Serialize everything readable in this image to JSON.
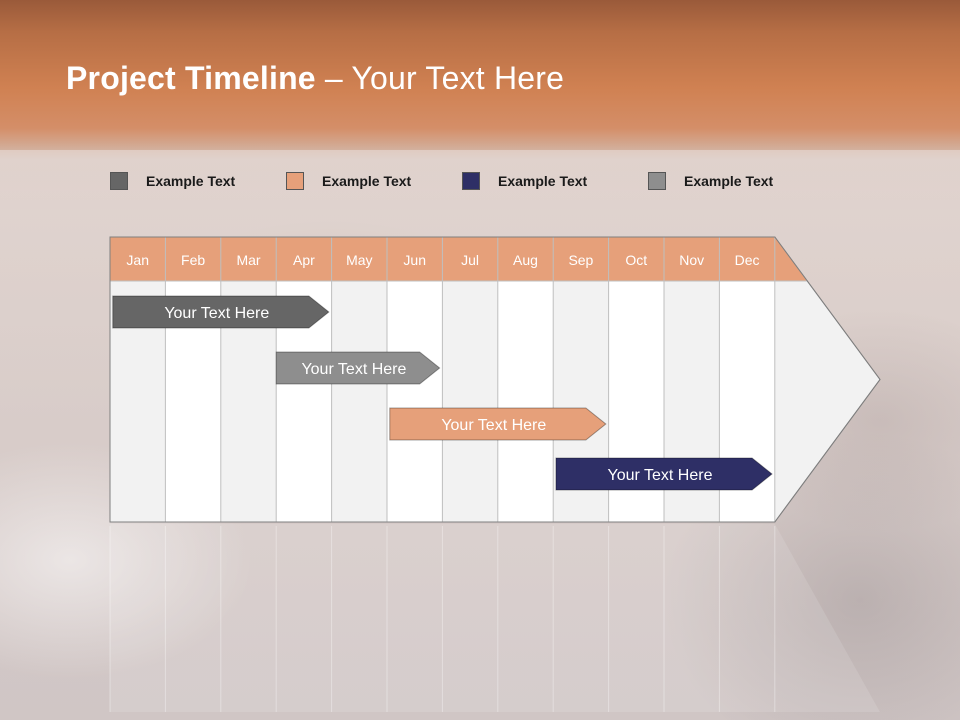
{
  "title": {
    "bold": "Project Timeline",
    "rest": " – Your Text Here"
  },
  "legend": [
    {
      "label": "Example Text",
      "color": "#666666"
    },
    {
      "label": "Example Text",
      "color": "#e6a07a"
    },
    {
      "label": "Example Text",
      "color": "#2e2f66"
    },
    {
      "label": "Example Text",
      "color": "#8e8e8e"
    }
  ],
  "colors": {
    "header": "#e6a07a",
    "header_text": "#ffffff",
    "column_light": "#f2f2f2",
    "column_white": "#ffffff",
    "grid_line": "#bfbfbf",
    "outline": "#7f7f7f"
  },
  "months": [
    "Jan",
    "Feb",
    "Mar",
    "Apr",
    "May",
    "Jun",
    "Jul",
    "Aug",
    "Sep",
    "Oct",
    "Nov",
    "Dec"
  ],
  "tasks": [
    {
      "label": "Your  Text Here",
      "start": 0.05,
      "end": 3.95,
      "color": "#666666"
    },
    {
      "label": "Your  Text Here",
      "start": 3.0,
      "end": 5.95,
      "color": "#8e8e8e"
    },
    {
      "label": "Your  Text Here",
      "start": 5.05,
      "end": 8.95,
      "color": "#e6a07a"
    },
    {
      "label": "Your  Text Here",
      "start": 8.05,
      "end": 11.95,
      "color": "#2e2f66"
    }
  ]
}
